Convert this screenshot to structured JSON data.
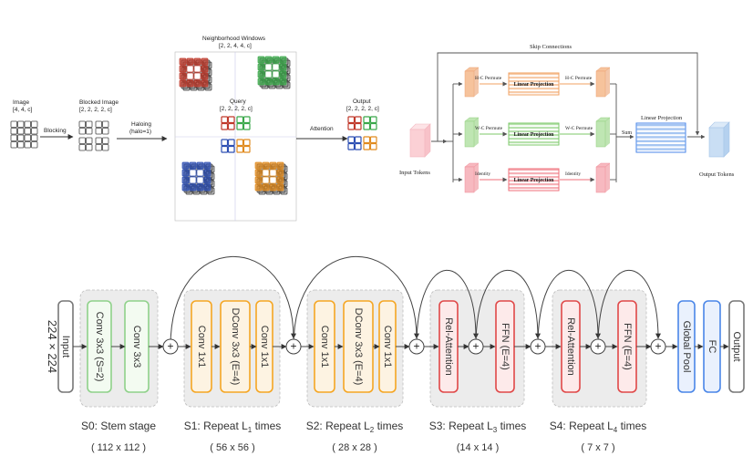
{
  "halo_panel": {
    "image_label": "Image",
    "image_dims": "[4, 4, c]",
    "blocking_label": "Blocking",
    "blocked_label": "Blocked Image",
    "blocked_dims": "[2, 2, 2, 2, c]",
    "haloing_label": "Haloing",
    "haloing_sub": "(halo=1)",
    "neighborhood_label": "Neighborhood Windows",
    "neighborhood_dims": "[2, 2, 4, 4, c]",
    "query_label": "Query",
    "query_dims": "[2, 2, 2, 2, c]",
    "attention_label": "Attention",
    "output_label": "Output",
    "output_dims": "[2, 2, 2, 2, c]",
    "colors": {
      "red": "#c0392b",
      "green": "#3aa84a",
      "blue": "#2d4fb3",
      "orange": "#e08a1e"
    }
  },
  "mixer_panel": {
    "skip_label": "Skip Connections",
    "input_tokens_label": "Input Tokens",
    "output_tokens_label": "Output Tokens",
    "sum_label": "Sum",
    "linear_projection_label": "Linear Projection",
    "branches": [
      {
        "pre": "H-C Permute",
        "post": "H-C Permute",
        "block": "Linear Projection",
        "color": "#f0a060"
      },
      {
        "pre": "W-C Permute",
        "post": "W-C Permute",
        "block": "Linear Projection",
        "color": "#7cc96a"
      },
      {
        "pre": "Identity",
        "post": "Identity",
        "block": "Linear Projection",
        "color": "#ef6f7a"
      }
    ]
  },
  "pipeline": {
    "input_label": "224 × 224",
    "input_box": "Input",
    "stage0_blocks": [
      "Conv 3x3 (S=2)",
      "Conv 3x3"
    ],
    "stage1_blocks": [
      "Conv 1x1",
      "DConv 3x3 (E=4)",
      "Conv 1x1"
    ],
    "stage2_blocks": [
      "Conv 1x1",
      "DConv 3x3 (E=4)",
      "Conv 1x1"
    ],
    "stage3_blocks": [
      "Rel-Attention",
      "FFN (E=4)"
    ],
    "stage4_blocks": [
      "Rel-Attention",
      "FFN (E=4)"
    ],
    "tail_blocks": [
      "Global Pool",
      "FC",
      "Output"
    ],
    "plus_symbol": "+",
    "stages": [
      {
        "title": "S0: Stem stage",
        "size": "( 112 x 112 )"
      },
      {
        "title": "S1: Repeat L",
        "sub": "1",
        "suffix": " times",
        "size": "( 56 x 56 )"
      },
      {
        "title": "S2: Repeat L",
        "sub": "2",
        "suffix": " times",
        "size": "( 28 x 28 )"
      },
      {
        "title": "S3: Repeat L",
        "sub": "3",
        "suffix": " times",
        "size": "(14 x 14 )"
      },
      {
        "title": "S4: Repeat L",
        "sub": "4",
        "suffix": " times",
        "size": "( 7 x 7 )"
      }
    ],
    "colors": {
      "green": "#8fd18a",
      "orange": "#f5a623",
      "red": "#e04848",
      "blue": "#4a86e8",
      "gray": "#777777"
    }
  }
}
